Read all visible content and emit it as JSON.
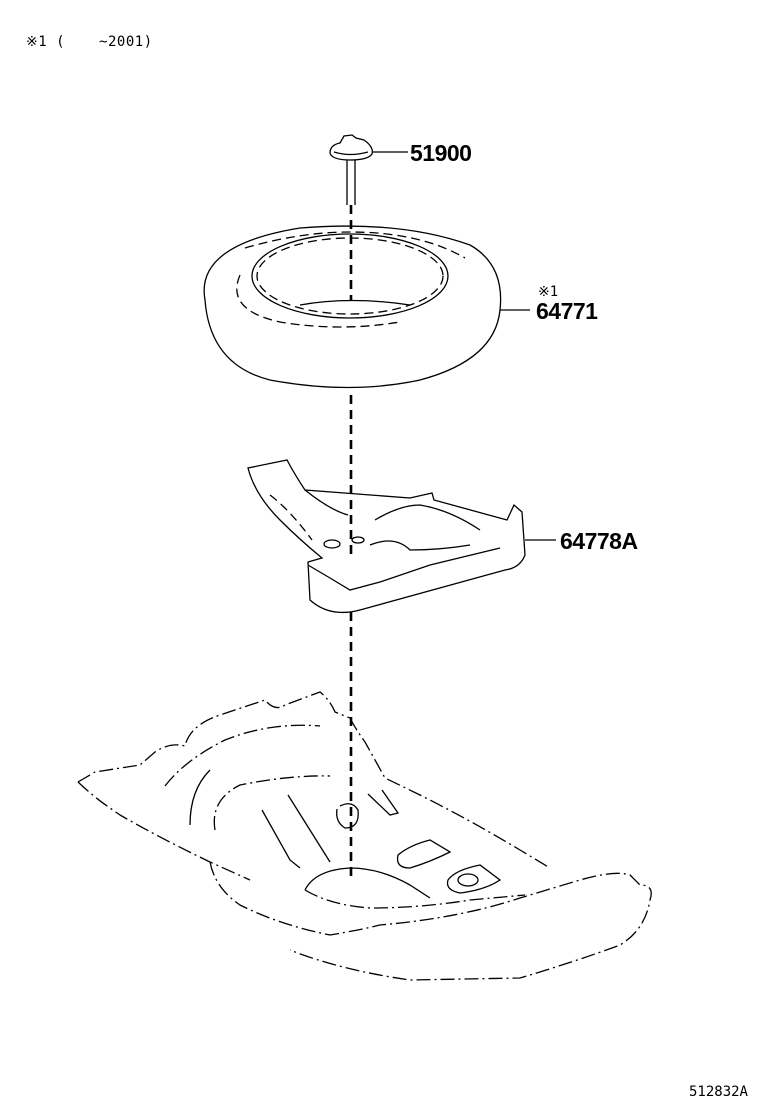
{
  "note": {
    "mark": "※1",
    "open": "(",
    "range": "~2001)"
  },
  "parts": [
    {
      "id": "bolt",
      "number": "51900",
      "ref_mark": ""
    },
    {
      "id": "spare-tire",
      "number": "64771",
      "ref_mark": "※1"
    },
    {
      "id": "tire-holder",
      "number": "64778A",
      "ref_mark": ""
    }
  ],
  "diagram_code": "512832A"
}
